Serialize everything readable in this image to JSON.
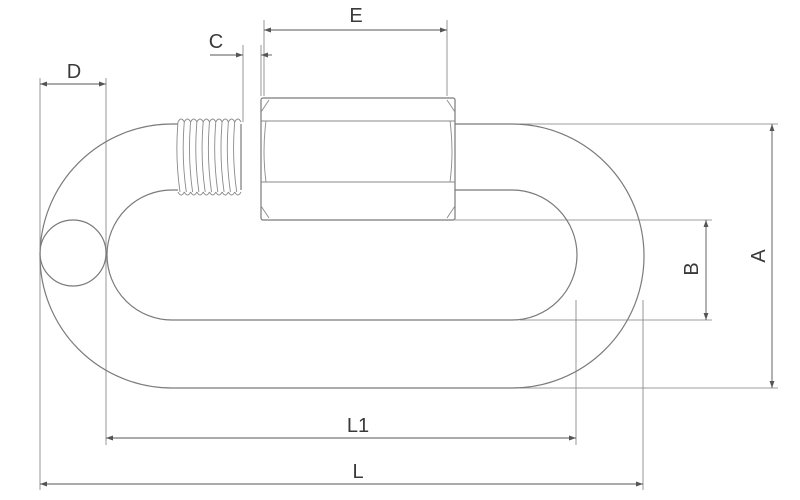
{
  "diagram": {
    "labels": {
      "A": "A",
      "B": "B",
      "C": "C",
      "D": "D",
      "E": "E",
      "L": "L",
      "L1": "L1"
    },
    "colors": {
      "line": "#7a7a7a",
      "dimension": "#555555",
      "text": "#3a3a3a",
      "background": "#ffffff"
    }
  }
}
